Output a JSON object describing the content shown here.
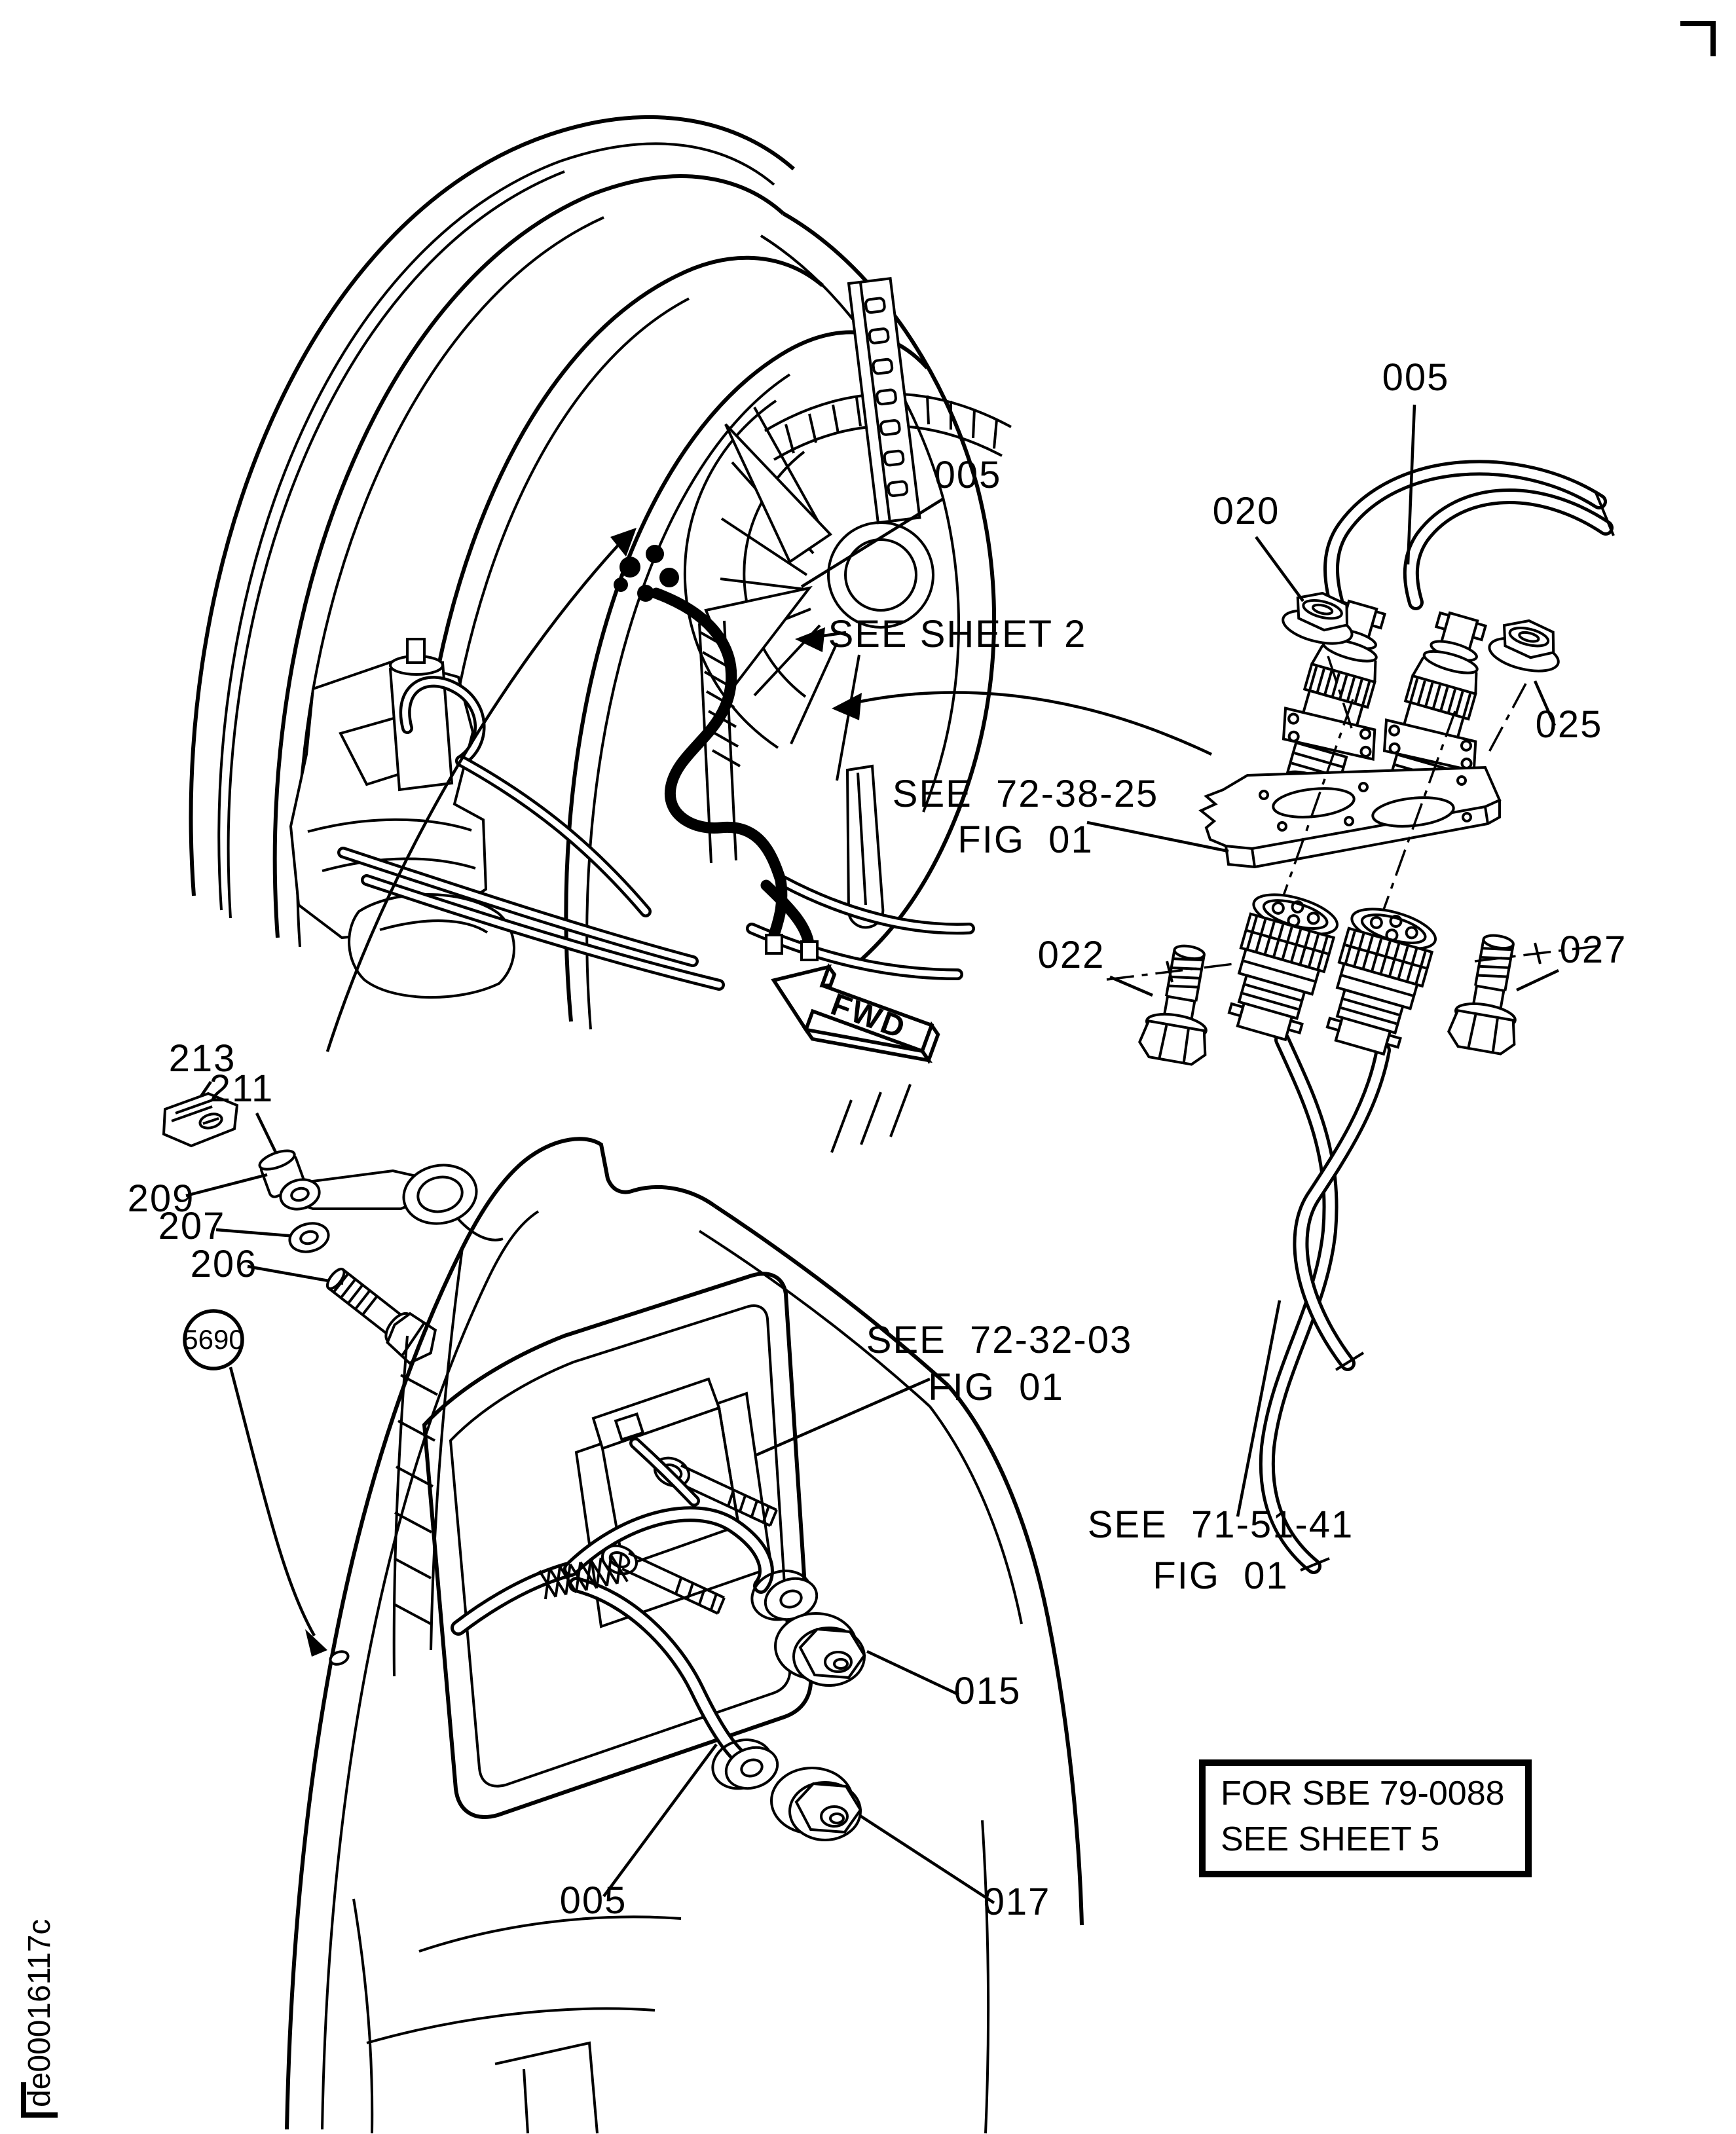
{
  "doc": {
    "vertical_id": "de00016117c"
  },
  "callouts": {
    "engine_harness_005": "005",
    "sheet2": "SEE SHEET 2",
    "ref_72_38_25": "SEE  72-38-25",
    "ref_72_38_25_fig": "FIG  01",
    "right_harness_005": "005",
    "nut_020": "020",
    "nut_025": "025",
    "bolt_022": "022",
    "bolt_027": "027",
    "ref_71_51_41": "SEE  71-51-41",
    "ref_71_51_41_fig": "FIG  01",
    "ref_72_32_03": "SEE  72-32-03",
    "ref_72_32_03_fig": "FIG  01",
    "nut_015": "015",
    "nut_017": "017",
    "pylon_harness_005": "005",
    "part_213": "213",
    "part_211": "211",
    "part_209": "209",
    "part_207": "207",
    "part_206": "206",
    "balloon_5690": "5690",
    "fwd": "FWD"
  },
  "note_box": {
    "line1": "FOR SBE 79-0088",
    "line2": "SEE SHEET 5"
  }
}
